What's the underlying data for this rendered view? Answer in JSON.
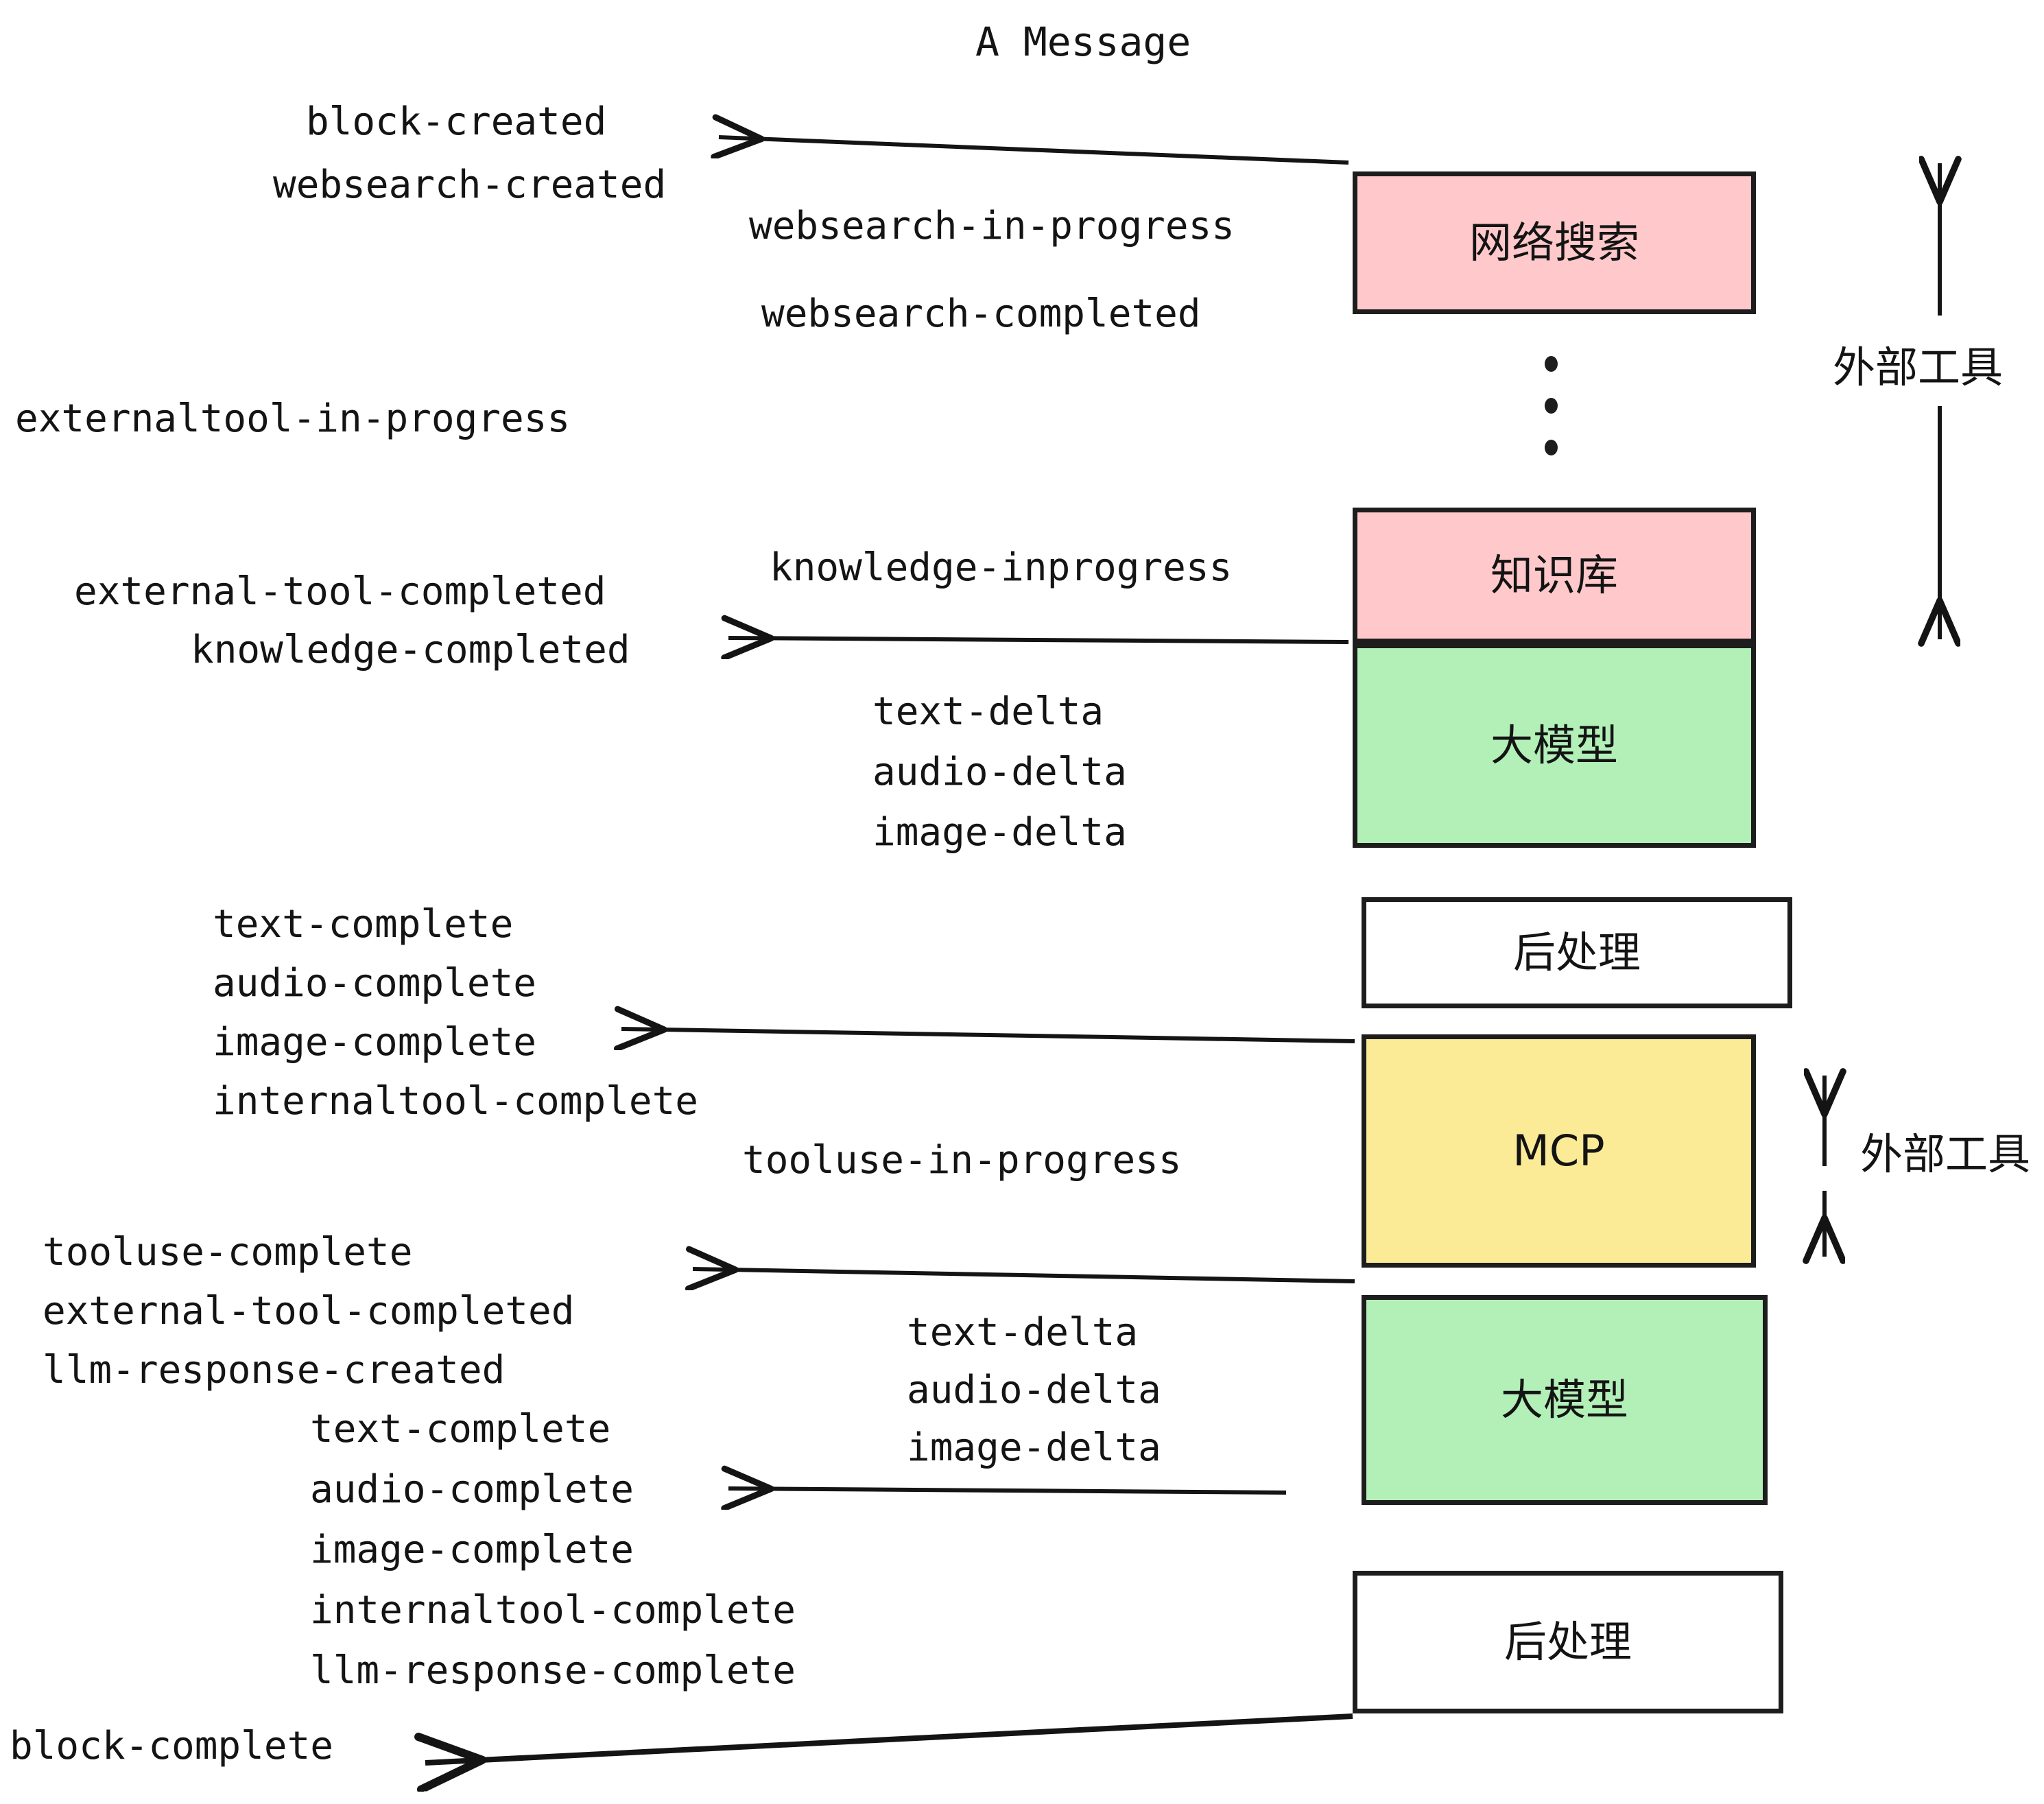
{
  "diagram": {
    "title": "A Message",
    "boxes": [
      {
        "id": "websearch",
        "label": "网络搜索",
        "color": "#ffc9cb"
      },
      {
        "id": "knowledge",
        "label": "知识库",
        "color": "#ffc9cb"
      },
      {
        "id": "llm1",
        "label": "大模型",
        "color": "#b2f0b8"
      },
      {
        "id": "post1",
        "label": "后处理",
        "color": "#ffffff"
      },
      {
        "id": "mcp",
        "label": "MCP",
        "color": "#fbeb96"
      },
      {
        "id": "llm2",
        "label": "大模型",
        "color": "#b2f0b8"
      },
      {
        "id": "post2",
        "label": "后处理",
        "color": "#ffffff"
      }
    ],
    "group_labels": [
      {
        "id": "external-tools-top",
        "label": "外部工具"
      },
      {
        "id": "external-tools-bottom",
        "label": "外部工具"
      }
    ],
    "events": [
      {
        "id": "e01",
        "text": "block-created"
      },
      {
        "id": "e02",
        "text": "websearch-created"
      },
      {
        "id": "e03",
        "text": "websearch-in-progress"
      },
      {
        "id": "e04",
        "text": "websearch-completed"
      },
      {
        "id": "e05",
        "text": "externaltool-in-progress"
      },
      {
        "id": "e06",
        "text": "knowledge-inprogress"
      },
      {
        "id": "e07",
        "text": "external-tool-completed"
      },
      {
        "id": "e08",
        "text": "knowledge-completed"
      },
      {
        "id": "e09",
        "text": "text-delta"
      },
      {
        "id": "e10",
        "text": "audio-delta"
      },
      {
        "id": "e11",
        "text": "image-delta"
      },
      {
        "id": "e12",
        "text": "text-complete"
      },
      {
        "id": "e13",
        "text": "audio-complete"
      },
      {
        "id": "e14",
        "text": "image-complete"
      },
      {
        "id": "e15",
        "text": "internaltool-complete"
      },
      {
        "id": "e16",
        "text": "tooluse-in-progress"
      },
      {
        "id": "e17",
        "text": "tooluse-complete"
      },
      {
        "id": "e18",
        "text": "external-tool-completed"
      },
      {
        "id": "e19",
        "text": "llm-response-created"
      },
      {
        "id": "e20",
        "text": "text-delta"
      },
      {
        "id": "e21",
        "text": "audio-delta"
      },
      {
        "id": "e22",
        "text": "image-delta"
      },
      {
        "id": "e23",
        "text": "text-complete"
      },
      {
        "id": "e24",
        "text": "audio-complete"
      },
      {
        "id": "e25",
        "text": "image-complete"
      },
      {
        "id": "e26",
        "text": "internaltool-complete"
      },
      {
        "id": "e27",
        "text": "llm-response-complete"
      },
      {
        "id": "e28",
        "text": "block-complete"
      }
    ]
  }
}
